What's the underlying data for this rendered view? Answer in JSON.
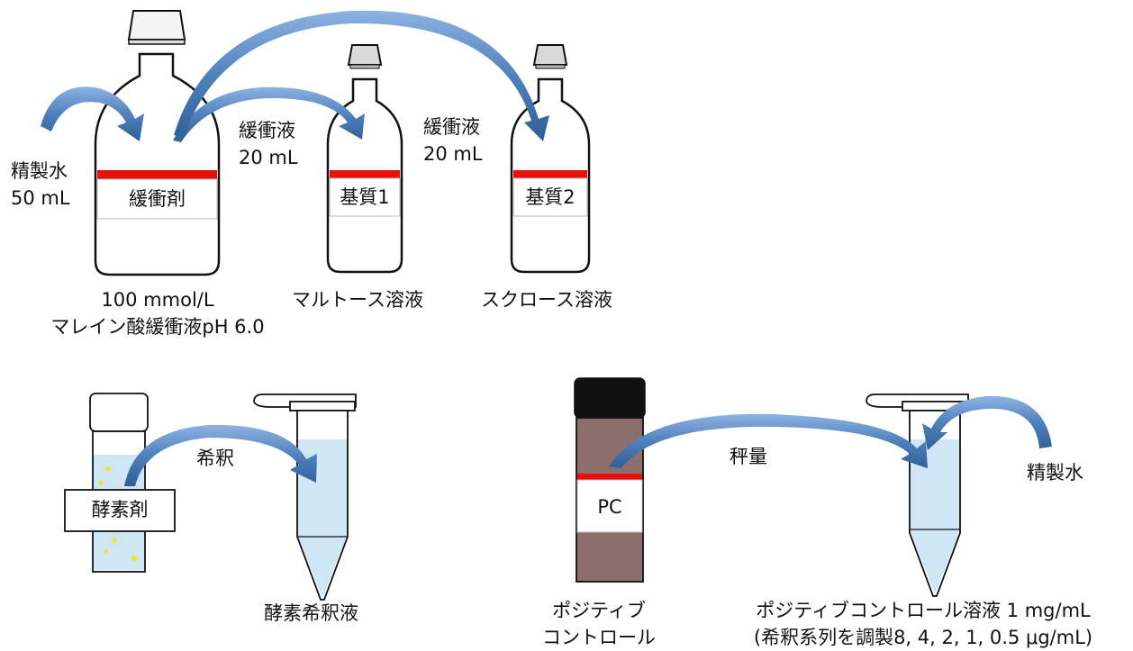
{
  "top": {
    "water_label": [
      "精製水",
      "50 mL"
    ],
    "buffer_label_1": [
      "緩衝液",
      "20 mL"
    ],
    "buffer_label_2": [
      "緩衝液",
      "20 mL"
    ],
    "bottle_buffer_tag": "緩衝剤",
    "bottle_sub1_tag": "基質1",
    "bottle_sub2_tag": "基質2",
    "caption_buffer": [
      "100 mmol/L",
      "マレイン酸緩衝液pH 6.0"
    ],
    "caption_maltose": "マルトース溶液",
    "caption_sucrose": "スクロース溶液"
  },
  "bottom_left": {
    "vial_tag": "酵素剤",
    "dilute_label": "希釈",
    "caption_enzyme": "酵素希釈液"
  },
  "bottom_right": {
    "vial_tag": "PC",
    "weigh_label": "秤量",
    "water_label": "精製水",
    "caption_pc": [
      "ポジティブ",
      "コントロール"
    ],
    "caption_solution": [
      "ポジティブコントロール溶液 1 mg/mL",
      "(希釈系列を調製8, 4, 2, 1, 0.5 μg/mL)"
    ]
  },
  "colors": {
    "arrow_fill": "#4f81bd",
    "arrow_highlight": "#7aa6d9",
    "red_band": "#e8100b",
    "liquid": "#cfe6f7",
    "amber_vial": "#8c6e6c"
  },
  "icons": [
    "bottle-icon",
    "vial-icon",
    "tube-icon",
    "curved-arrow-icon"
  ]
}
